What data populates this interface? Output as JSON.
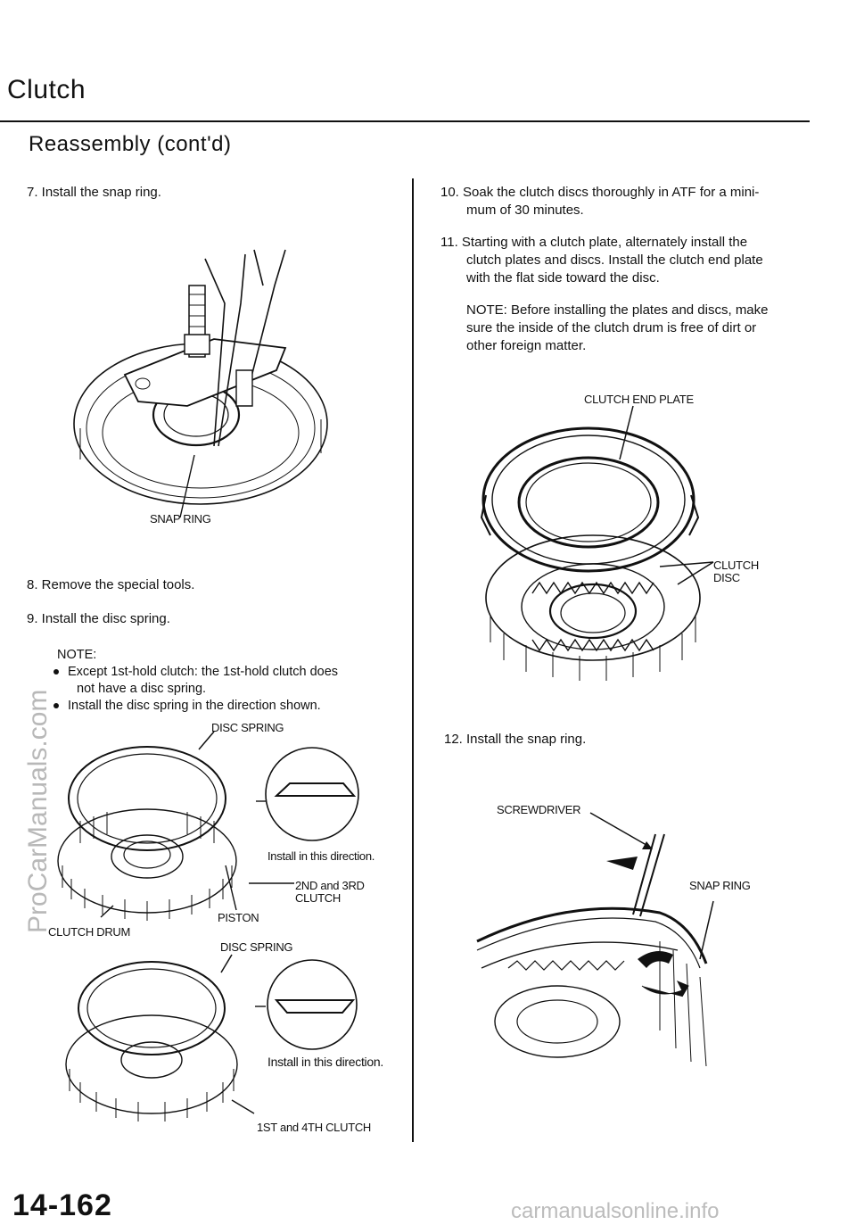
{
  "page": {
    "title": "Clutch",
    "subtitle": "Reassembly (cont'd)",
    "page_number": "14-162",
    "watermark": "ProCarManuals.com",
    "footer": "carmanualsonline.info"
  },
  "left": {
    "step7": "7. Install the snap ring.",
    "fig1_label_snap_ring": "SNAP RING",
    "step8": "8. Remove the special tools.",
    "step9": "9. Install the disc spring.",
    "note_heading": "NOTE:",
    "note_bullets": [
      "Except 1st-hold clutch: the 1st-hold clutch does",
      "not have a disc spring.",
      "Install the disc spring in the direction shown."
    ],
    "fig2": {
      "disc_spring": "DISC SPRING",
      "install_dir": "Install in this direction.",
      "clutch_2nd_3rd_line1": "2ND and 3RD",
      "clutch_2nd_3rd_line2": "CLUTCH",
      "piston": "PISTON",
      "clutch_drum": "CLUTCH DRUM"
    },
    "fig3": {
      "disc_spring": "DISC SPRING",
      "install_dir": "Install in this direction.",
      "clutch_1st_4th": "1ST and 4TH CLUTCH"
    }
  },
  "right": {
    "step10_line1": "10. Soak the clutch discs thoroughly in ATF for a mini-",
    "step10_line2": "mum of 30 minutes.",
    "step11_line1": "11. Starting with a clutch plate, alternately install the",
    "step11_line2": "clutch plates and discs. Install the clutch end plate",
    "step11_line3": "with the flat side toward the disc.",
    "note_line1": "NOTE: Before installing the plates and discs, make",
    "note_line2": "sure the inside of the clutch drum is free of dirt or",
    "note_line3": "other foreign matter.",
    "fig4": {
      "end_plate": "CLUTCH END PLATE",
      "clutch_disc_line1": "CLUTCH",
      "clutch_disc_line2": "DISC"
    },
    "step12": "12. Install the snap ring.",
    "fig5": {
      "screwdriver": "SCREWDRIVER",
      "snap_ring": "SNAP RING"
    }
  }
}
